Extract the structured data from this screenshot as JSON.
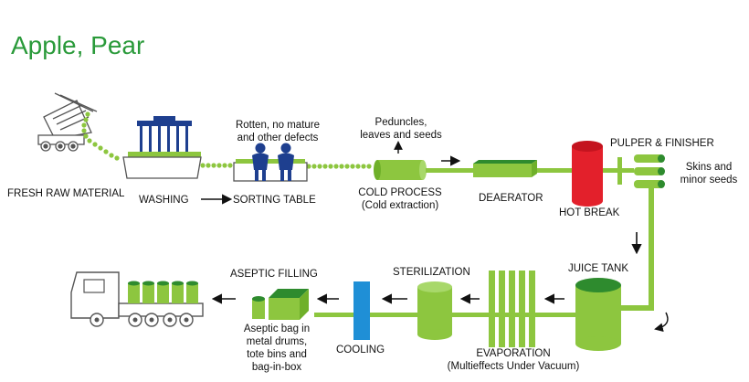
{
  "title": "Apple, Pear",
  "labels": {
    "fresh_raw_material": "FRESH RAW MATERIAL",
    "washing": "WASHING",
    "sorting_table": "SORTING TABLE",
    "sorting_note_1": "Rotten, no mature",
    "sorting_note_2": "and other defects",
    "peduncles_1": "Peduncles,",
    "peduncles_2": "leaves and seeds",
    "cold_process_1": "COLD PROCESS",
    "cold_process_2": "(Cold extraction)",
    "deaerator": "DEAERATOR",
    "hot_break": "HOT BREAK",
    "pulper_finisher": "PULPER & FINISHER",
    "skins_1": "Skins and",
    "skins_2": "minor seeds",
    "juice_tank": "JUICE TANK",
    "evaporation_1": "EVAPORATION",
    "evaporation_2": "(Multieffects Under Vacuum)",
    "sterilization": "STERILIZATION",
    "cooling": "COOLING",
    "aseptic_filling": "ASEPTIC FILLING",
    "aseptic_bag_1": "Aseptic bag in",
    "aseptic_bag_2": "metal drums,",
    "aseptic_bag_3": "tote bins and",
    "aseptic_bag_4": "bag-in-box"
  },
  "colors": {
    "green": "#8dc63f",
    "dark_green": "#2e8b2e",
    "red": "#e3202b",
    "blue": "#1f8fd6",
    "navy": "#1e3f8f",
    "gray": "#555555"
  }
}
